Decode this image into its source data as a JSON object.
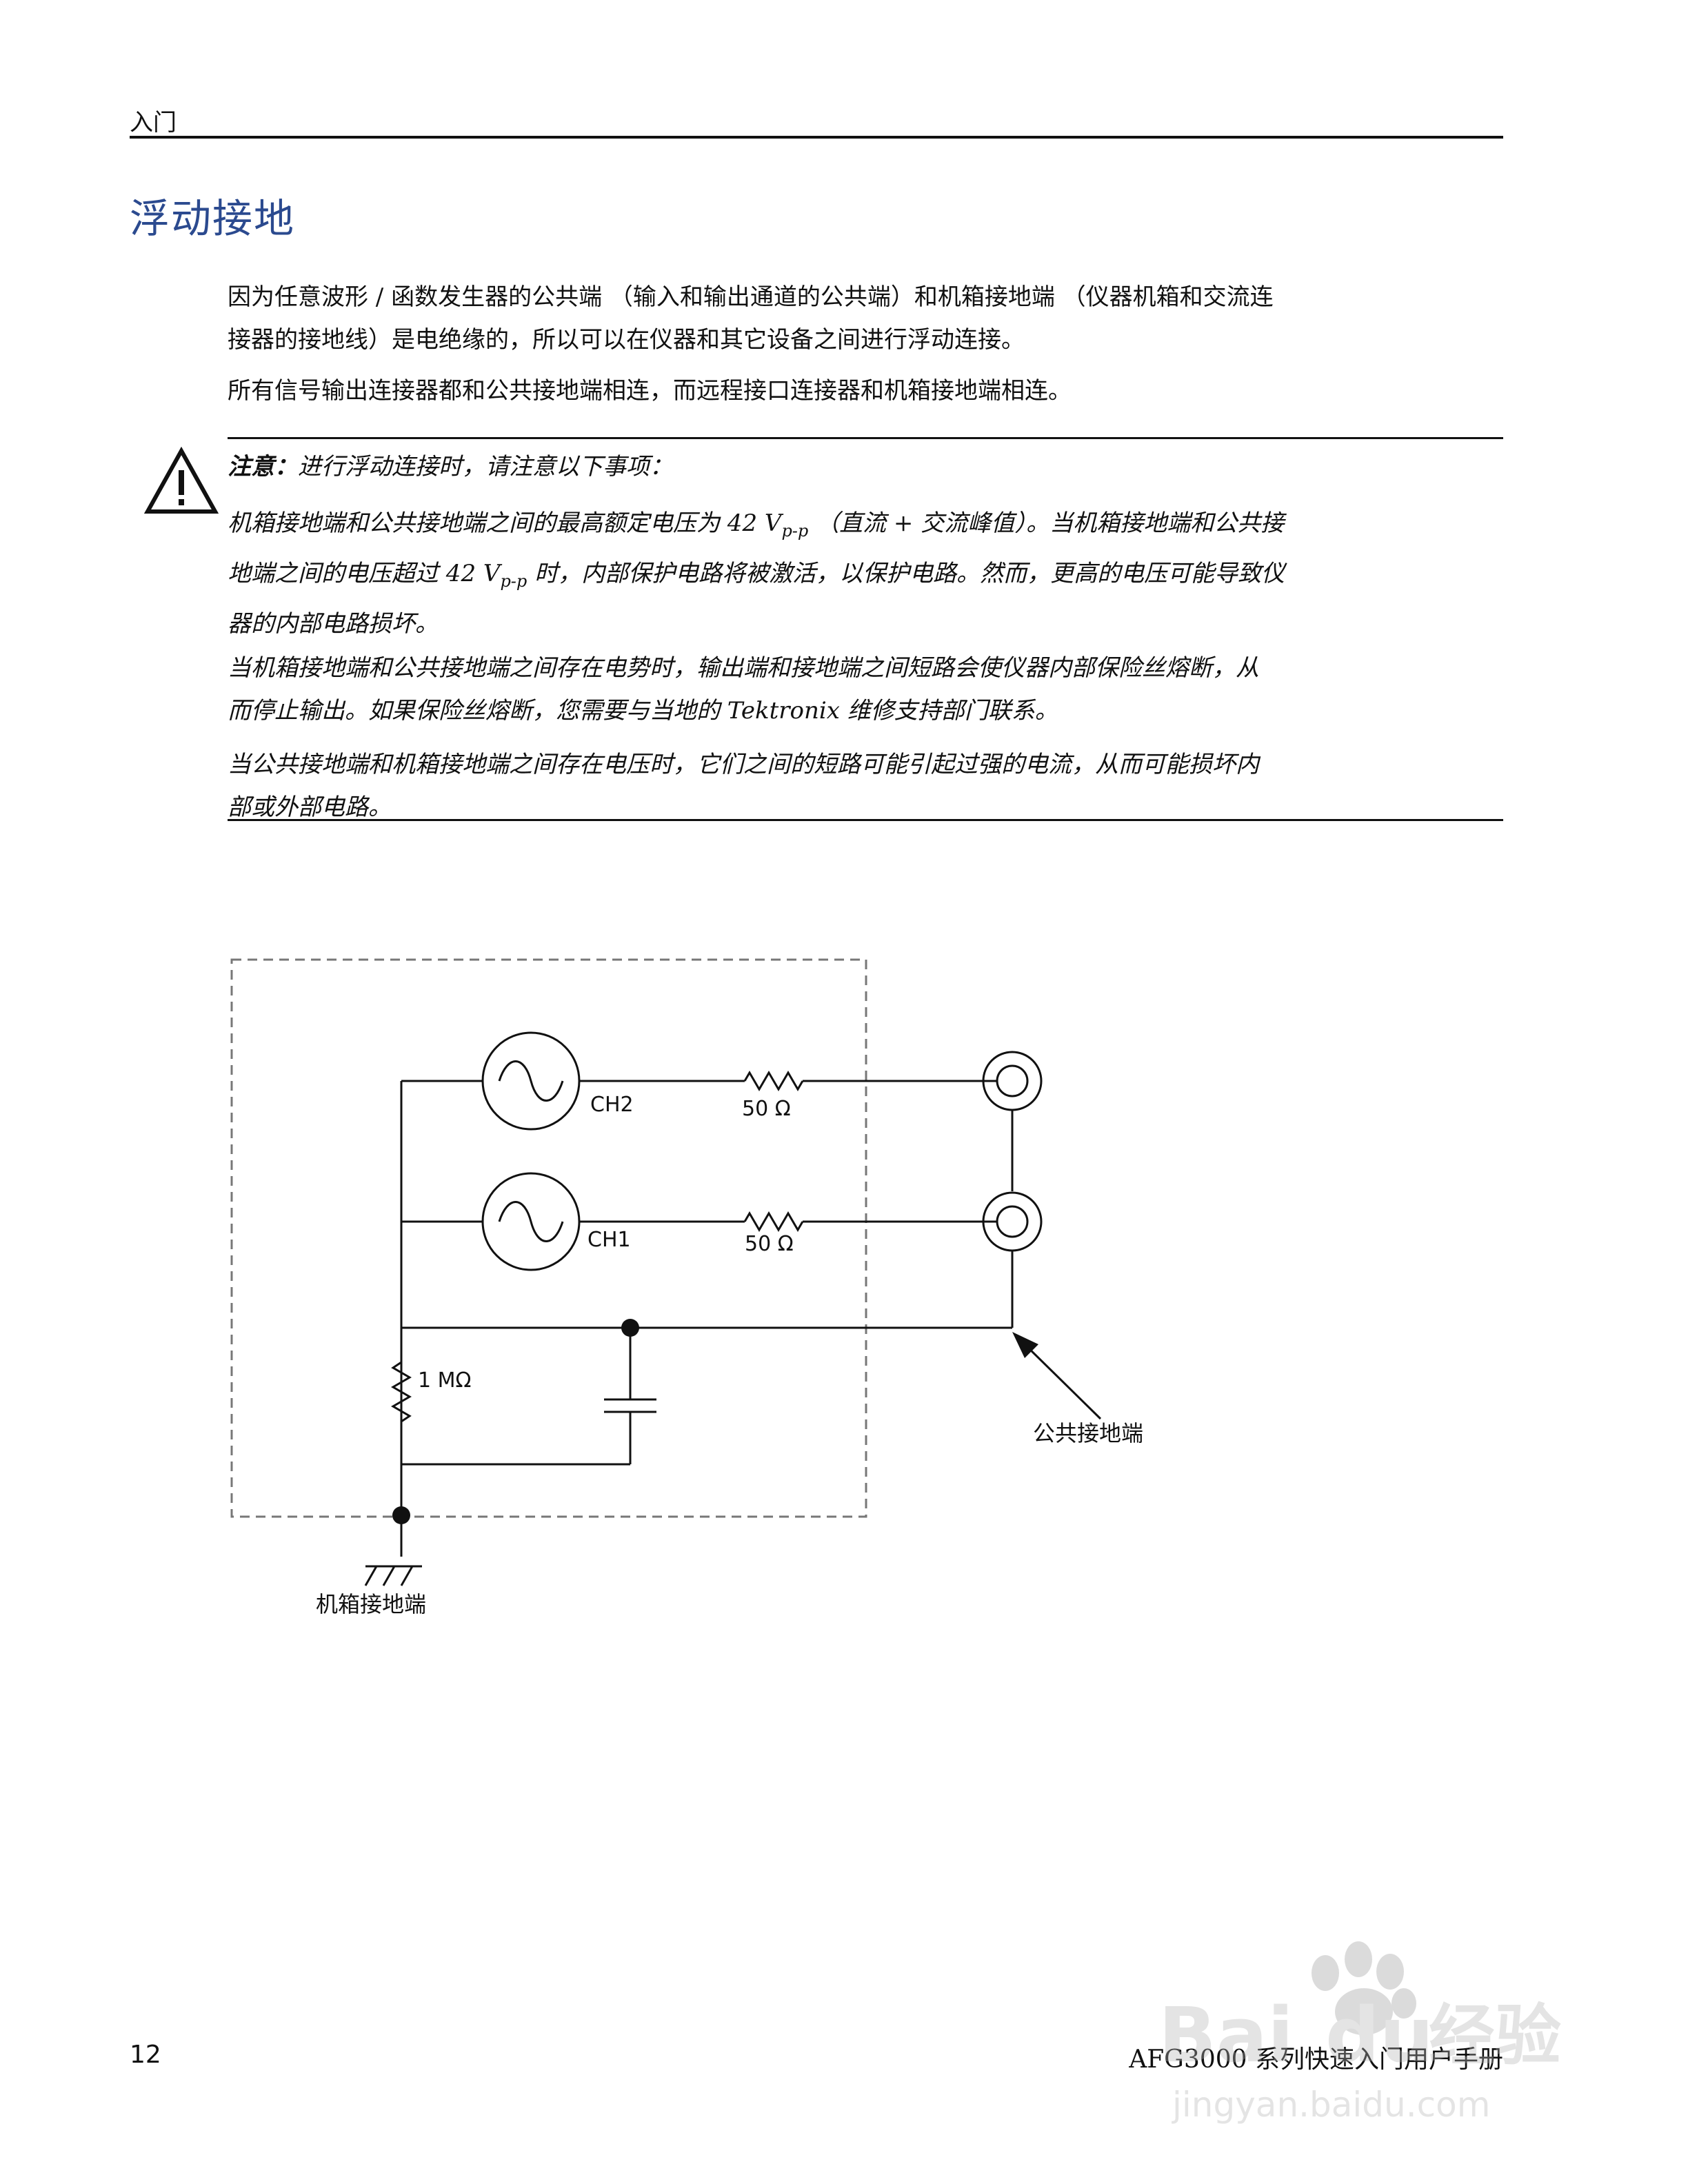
{
  "header": {
    "section": "入门"
  },
  "title": "浮动接地",
  "paragraphs": {
    "p1_line1": "因为任意波形 / 函数发生器的公共端 （输入和输出通道的公共端）和机箱接地端 （仪器机箱和交流连",
    "p1_line2": "接器的接地线）是电绝缘的，所以可以在仪器和其它设备之间进行浮动连接。",
    "p2": "所有信号输出连接器都和公共接地端相连，而远程接口连接器和机箱接地端相连。"
  },
  "caution": {
    "label": "注意：",
    "heading": "进行浮动连接时，请注意以下事项：",
    "item1_a": "机箱接地端和公共接地端之间的最高额定电压为 42 V",
    "item1_sub": "p-p",
    "item1_b": " （直流 + 交流峰值）。当机箱接地端和公共接",
    "item1_c": "地端之间的电压超过 42 V",
    "item1_sub2": "p-p",
    "item1_d": " 时，内部保护电路将被激活，以保护电路。然而，更高的电压可能导致仪",
    "item1_e": "器的内部电路损坏。",
    "item2_line1": "当机箱接地端和公共接地端之间存在电势时，输出端和接地端之间短路会使仪器内部保险丝熔断，从",
    "item2_line2": "而停止输出。如果保险丝熔断，您需要与当地的 Tektronix 维修支持部门联系。",
    "item3_line1": "当公共接地端和机箱接地端之间存在电压时，它们之间的短路可能引起过强的电流，从而可能损坏内",
    "item3_line2": "部或外部电路。"
  },
  "diagram": {
    "ch2_label": "CH2",
    "ch1_label": "CH1",
    "r2_label": "50 Ω",
    "r1_label": "50 Ω",
    "r_ground_label": "1 MΩ",
    "common_ground_label": "公共接地端",
    "chassis_ground_label": "机箱接地端"
  },
  "footer": {
    "page_number": "12",
    "manual_title": "AFG3000 系列快速入门用户手册"
  },
  "watermark": {
    "brand": "Bai",
    "brand2": "du",
    "suffix": "经验",
    "url": "jingyan.baidu.com"
  }
}
